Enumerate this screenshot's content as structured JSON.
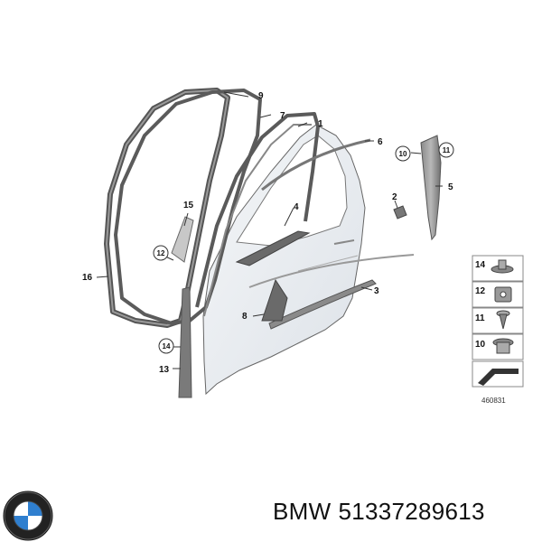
{
  "diagram": {
    "callouts": [
      "1",
      "2",
      "3",
      "4",
      "5",
      "6",
      "7",
      "8",
      "9",
      "10",
      "11",
      "12",
      "13",
      "14",
      "15",
      "16"
    ],
    "legend": {
      "items": [
        {
          "number": "14",
          "icon": "clip-icon"
        },
        {
          "number": "12",
          "icon": "nut-clip-icon"
        },
        {
          "number": "11",
          "icon": "screw-icon"
        },
        {
          "number": "10",
          "icon": "grommet-icon"
        }
      ]
    },
    "diagram_number": "460831"
  },
  "footer": {
    "brand": "BMW",
    "part_number": "51337289613",
    "logo_icon": "bmw-roundel-icon"
  },
  "colors": {
    "seal": "#5a5a5a",
    "door_panel": "#e9ecf0",
    "line": "#444444",
    "logo_blue": "#2f7fcf"
  }
}
